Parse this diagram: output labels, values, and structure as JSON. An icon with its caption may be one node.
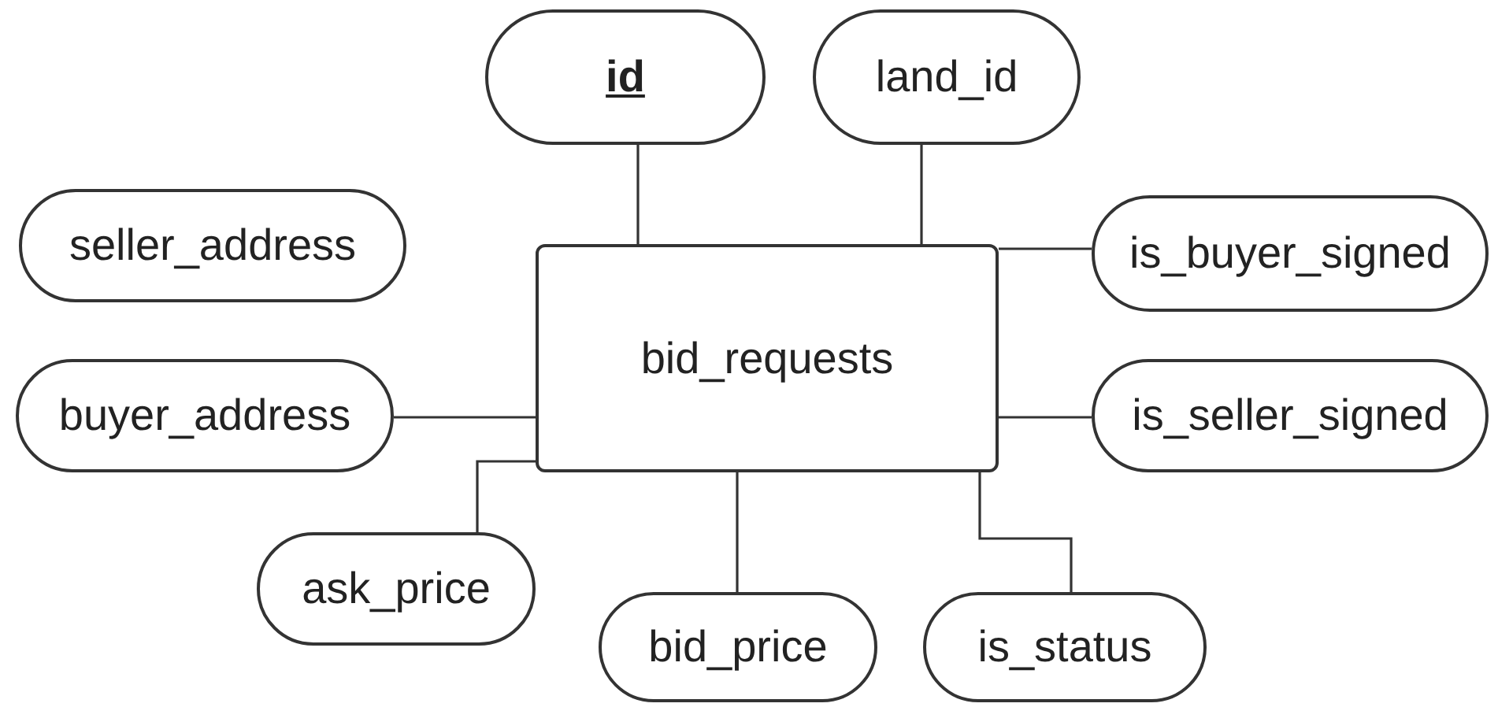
{
  "diagram": {
    "nodes": [
      {
        "text": [
          "id"
        ]
      },
      {
        "text": [
          "land_id"
        ]
      },
      {
        "text": [
          "seller_address"
        ]
      },
      {
        "text": [
          "bid_requests"
        ]
      },
      {
        "text": [
          "is_buyer_signed"
        ]
      },
      {
        "text": [
          "buyer_address"
        ]
      },
      {
        "text": [
          "is_seller_signed"
        ]
      },
      {
        "text": [
          "ask_price"
        ]
      },
      {
        "text": [
          "bid_price"
        ]
      },
      {
        "text": [
          "is_status"
        ]
      }
    ],
    "edges": [
      {
        "from": 0,
        "to": 3,
        "arrow": "none"
      },
      {
        "from": 1,
        "to": 3,
        "arrow": "none"
      },
      {
        "from": 4,
        "to": 3,
        "arrow": "none"
      },
      {
        "from": 5,
        "to": 3,
        "arrow": "none"
      },
      {
        "from": 6,
        "to": 3,
        "arrow": "none"
      },
      {
        "from": 7,
        "to": 3,
        "arrow": "none"
      },
      {
        "from": 8,
        "to": 3,
        "arrow": "none"
      },
      {
        "from": 9,
        "to": 3,
        "arrow": "none"
      }
    ]
  }
}
